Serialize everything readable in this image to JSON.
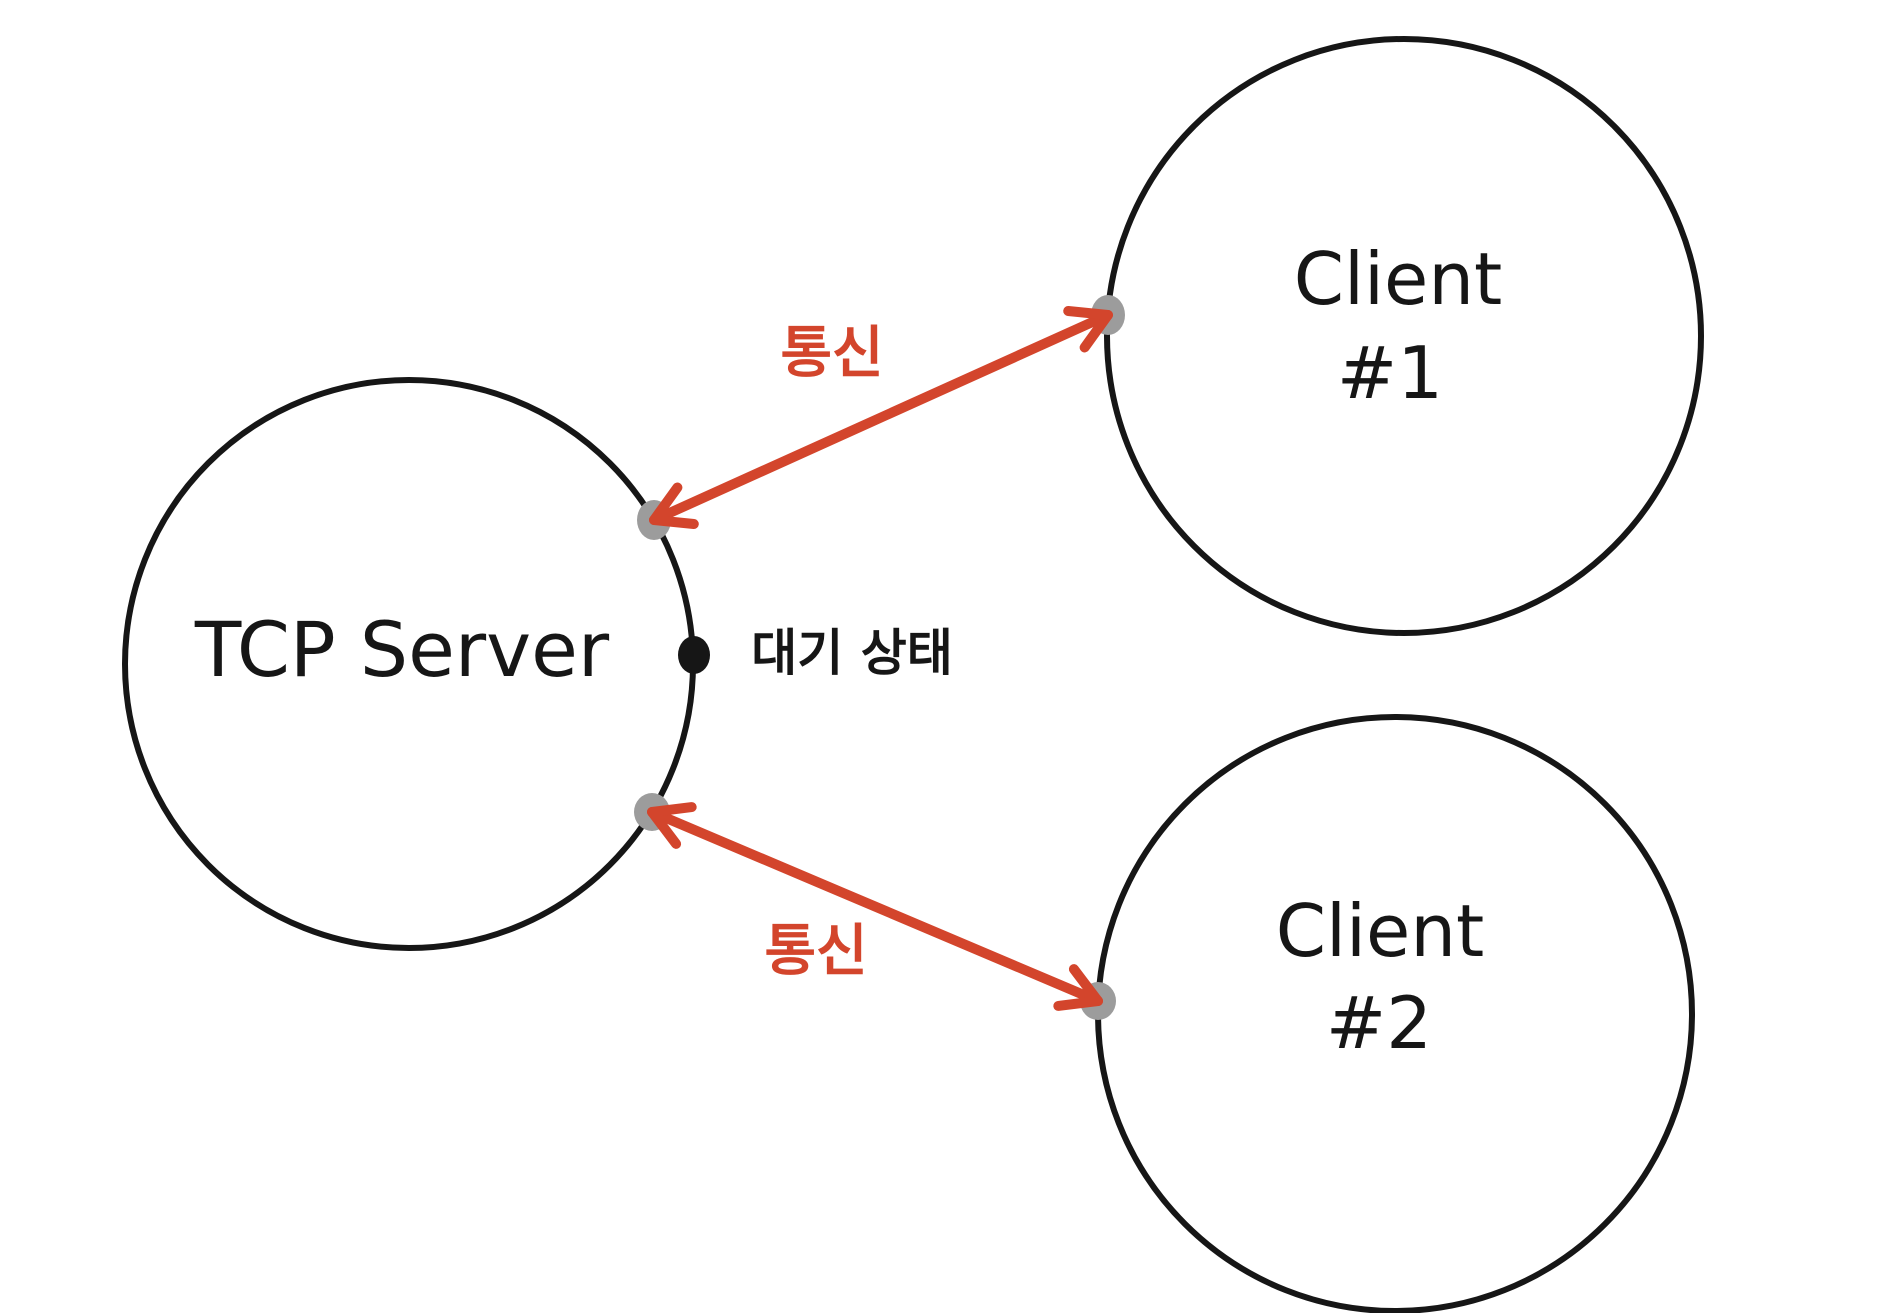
{
  "diagram": {
    "nodes": {
      "server": {
        "label": "TCP Server"
      },
      "client1": {
        "label": "Client",
        "number": "#1"
      },
      "client2": {
        "label": "Client",
        "number": "#2"
      }
    },
    "edges": {
      "server_client1": {
        "label": "통신"
      },
      "server_client2": {
        "label": "통신"
      }
    },
    "annotations": {
      "waiting_state": {
        "label": "대기 상태"
      }
    },
    "colors": {
      "background": "#ffffff",
      "ink": "#161616",
      "arrow": "#d3452c",
      "endpoint": "#9c9c9c"
    }
  }
}
